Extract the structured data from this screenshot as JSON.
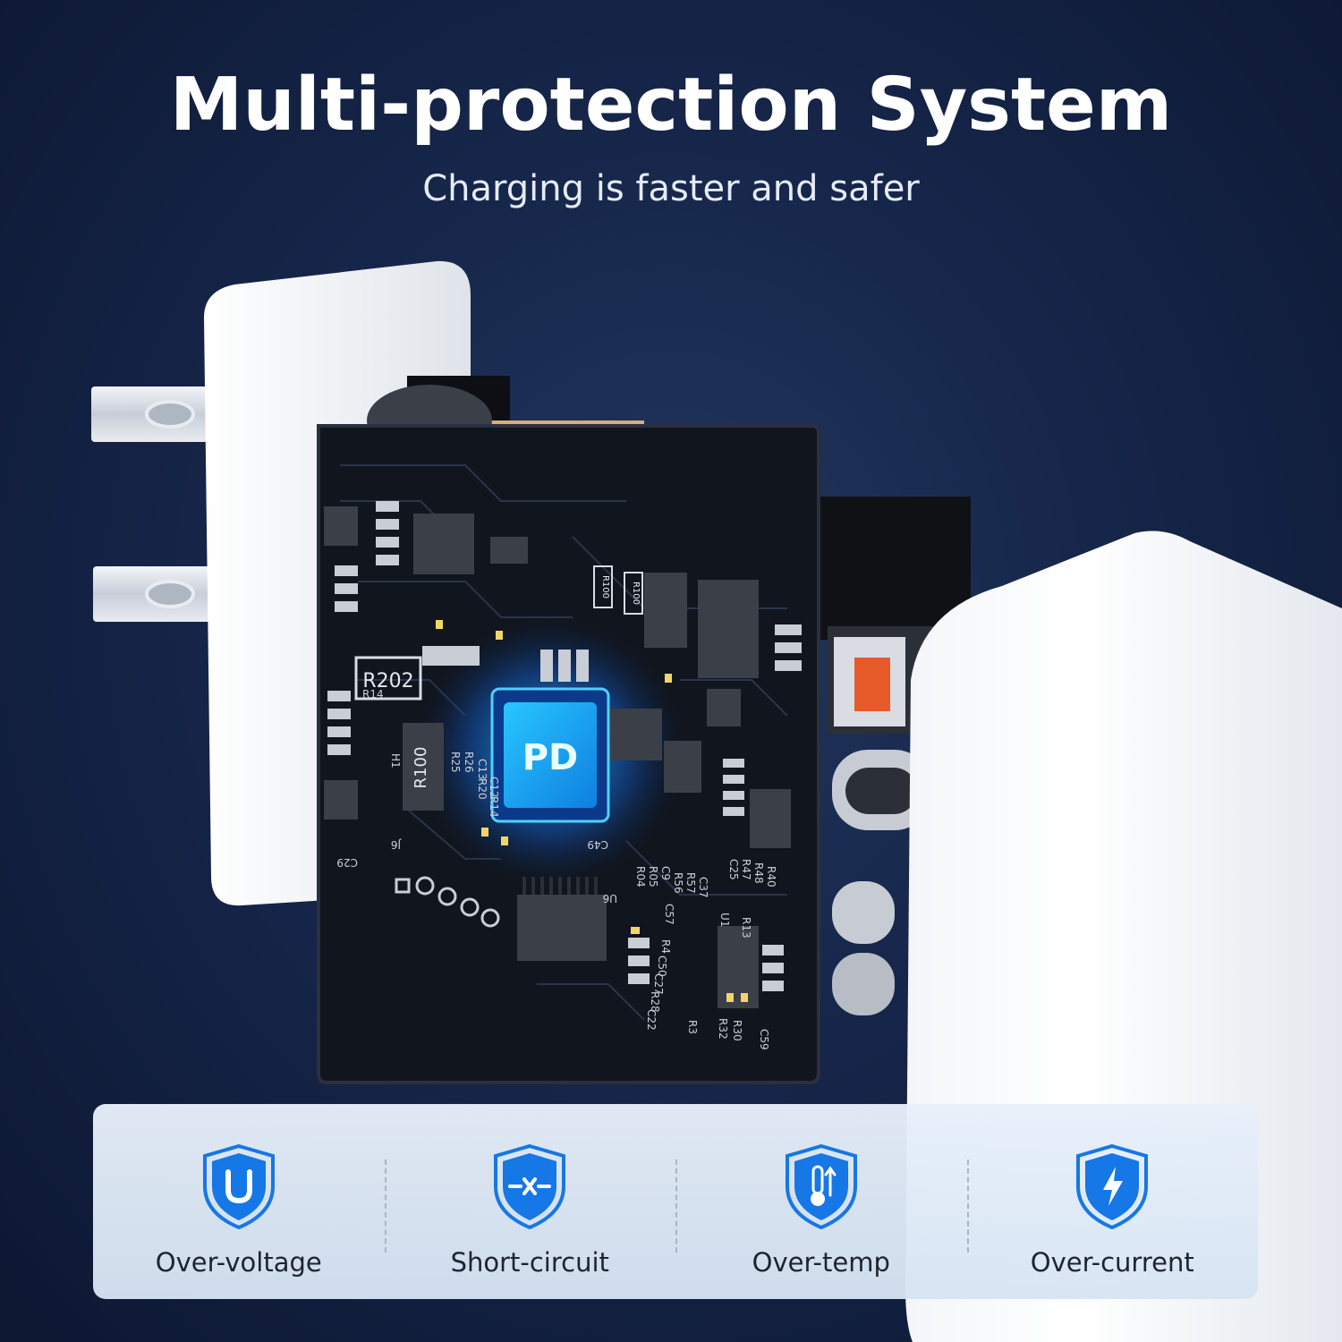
{
  "header": {
    "title": "Multi-protection System",
    "subtitle": "Charging is faster and safer"
  },
  "board": {
    "chip_label": "PD",
    "resistor_labels": [
      "R202",
      "R100",
      "R100",
      "R100"
    ],
    "component_codes": [
      "R25",
      "R26",
      "R20",
      "C13",
      "R14",
      "C12",
      "J6",
      "C29",
      "R04",
      "R05",
      "C9",
      "R56",
      "R57",
      "C37",
      "C25",
      "R47",
      "R48",
      "R40",
      "U6",
      "C57",
      "R4",
      "C50",
      "C27",
      "R28",
      "C22",
      "R3",
      "R32",
      "R30",
      "C59",
      "U1",
      "R13",
      "C49",
      "H1",
      "R14"
    ]
  },
  "features": [
    {
      "label": "Over-voltage",
      "icon": "shield-u-icon"
    },
    {
      "label": "Short-circuit",
      "icon": "shield-x-icon"
    },
    {
      "label": "Over-temp",
      "icon": "shield-thermometer-icon"
    },
    {
      "label": "Over-current",
      "icon": "shield-bolt-icon"
    }
  ],
  "colors": {
    "background": "#16264a",
    "shield": "#1677e6",
    "chip_glow": "#1fb7ff"
  }
}
